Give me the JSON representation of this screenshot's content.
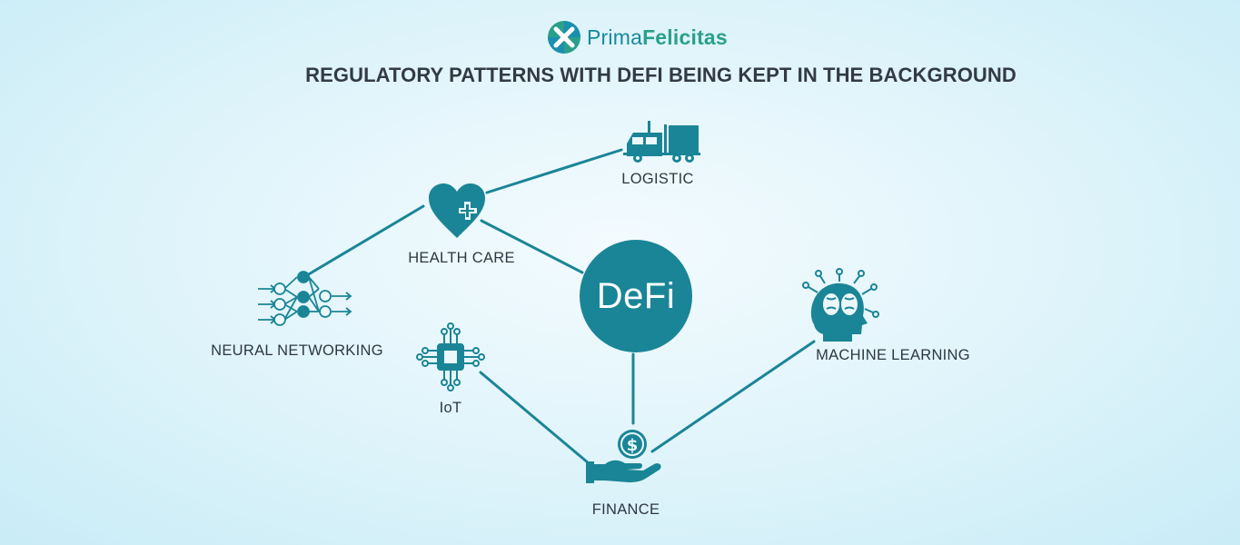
{
  "brand": {
    "name_part1": "Prima",
    "name_part2": "Felicitas"
  },
  "title": "REGULATORY PATTERNS WITH DEFI BEING KEPT IN THE BACKGROUND",
  "center": {
    "label": "DeFi"
  },
  "nodes": {
    "logistic": {
      "label": "LOGISTIC",
      "icon": "truck-icon"
    },
    "health_care": {
      "label": "HEALTH CARE",
      "icon": "heart-cross-icon"
    },
    "neural_networking": {
      "label": "NEURAL NETWORKING",
      "icon": "neural-network-icon"
    },
    "iot": {
      "label": "IoT",
      "icon": "chip-icon"
    },
    "machine_learning": {
      "label": "MACHINE LEARNING",
      "icon": "brain-head-icon"
    },
    "finance": {
      "label": "FINANCE",
      "icon": "hand-dollar-icon"
    }
  },
  "colors": {
    "teal": "#1a8597",
    "text": "#2e3742",
    "background": "#e2f5fb",
    "brand_green": "#2aa08a"
  }
}
